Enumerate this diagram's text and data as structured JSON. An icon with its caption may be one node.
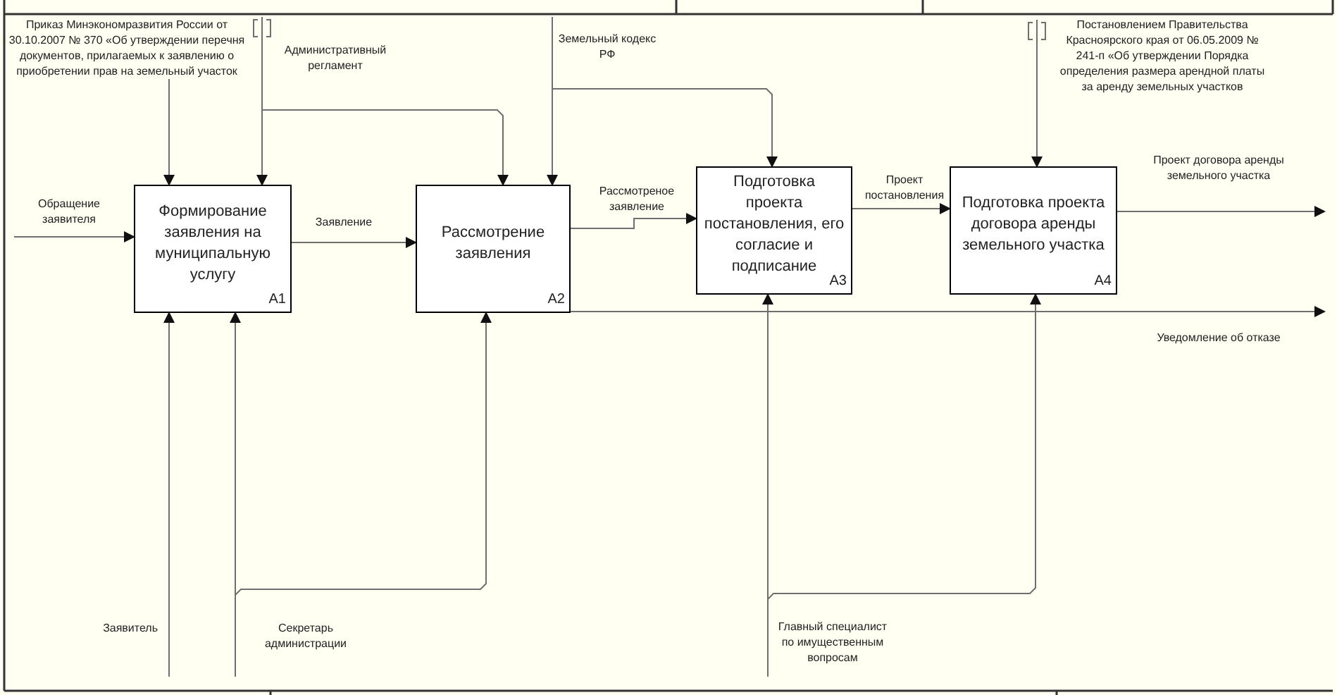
{
  "diagram": {
    "nodes": [
      {
        "text": [
          "Формирование заявления на муниципальную услугу",
          "A1"
        ]
      },
      {
        "text": [
          "Рассмотрение заявления",
          "A2"
        ]
      },
      {
        "text": [
          "Подготовка проекта постановления, его согласие и подписание",
          "A3"
        ]
      },
      {
        "text": [
          "Подготовка проекта договора аренды земельного участка",
          "A4"
        ]
      }
    ],
    "edges": [
      {
        "from": null,
        "to": 0,
        "arrow": "to",
        "label": "Обращение заявителя"
      },
      {
        "from": 0,
        "to": 1,
        "arrow": "to",
        "label": "Заявление"
      },
      {
        "from": 1,
        "to": 2,
        "arrow": "to",
        "label": "Рассмотреное заявление"
      },
      {
        "from": 2,
        "to": 3,
        "arrow": "to",
        "label": "Проект постановления"
      },
      {
        "from": 3,
        "to": null,
        "arrow": "to",
        "label": "Проект договора аренды земельного участка"
      },
      {
        "from": 1,
        "to": null,
        "arrow": "to",
        "label": "Уведомление об отказе"
      },
      {
        "from": null,
        "to": 0,
        "arrow": "to",
        "label": "Приказ Минэкономразвития России от 30.10.2007 № 370 «Об утверждении перечня документов, прилагаемых к заявлению о приобретении прав на земельный участок"
      },
      {
        "from": null,
        "to": 0,
        "arrow": "to",
        "label": "Административный регламент"
      },
      {
        "from": null,
        "to": 1,
        "arrow": "to"
      },
      {
        "from": null,
        "to": 1,
        "arrow": "to",
        "label": "Земельный кодекс РФ"
      },
      {
        "from": null,
        "to": 2,
        "arrow": "to"
      },
      {
        "from": null,
        "to": 3,
        "arrow": "to",
        "label": "Постановлением Правительства Красноярского края от 06.05.2009 № 241-п «Об утверждении Порядка определения размера арендной платы за аренду земельных участков"
      },
      {
        "from": null,
        "to": 0,
        "arrow": "to",
        "label": "Заявитель"
      },
      {
        "from": null,
        "to": 0,
        "arrow": "to",
        "label": "Секретарь администрации"
      },
      {
        "from": null,
        "to": 1,
        "arrow": "to"
      },
      {
        "from": null,
        "to": 2,
        "arrow": "to",
        "label": "Главный специалист по имущественным вопросам"
      },
      {
        "from": null,
        "to": 3,
        "arrow": "to"
      }
    ]
  }
}
